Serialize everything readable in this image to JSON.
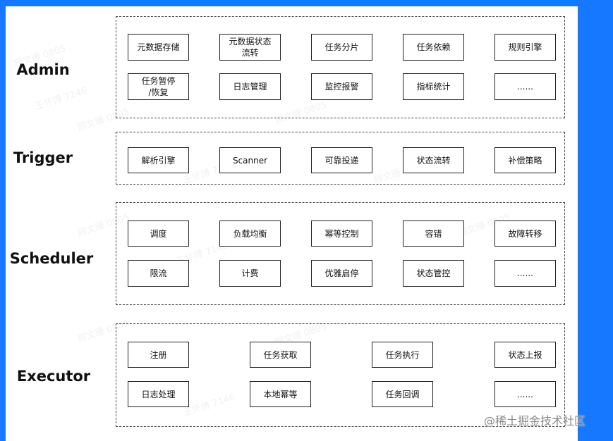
{
  "layers": [
    {
      "label": "Admin",
      "rows": [
        [
          "元数据存储",
          "元数据状态\n流转",
          "任务分片",
          "任务依赖",
          "规则引擎"
        ],
        [
          "任务暂停\n/恢复",
          "日志管理",
          "监控报警",
          "指标统计",
          "......"
        ]
      ]
    },
    {
      "label": "Trigger",
      "rows": [
        [
          "解析引擎",
          "Scanner",
          "可靠投递",
          "状态流转",
          "补偿策略"
        ]
      ]
    },
    {
      "label": "Scheduler",
      "rows": [
        [
          "调度",
          "负载均衡",
          "幂等控制",
          "容错",
          "故障转移"
        ],
        [
          "限流",
          "计费",
          "优雅启停",
          "状态管控",
          "......"
        ]
      ]
    },
    {
      "label": "Executor",
      "rows": [
        [
          "注册",
          "任务获取",
          "任务执行",
          "状态上报"
        ],
        [
          "日志处理",
          "本地幂等",
          "任务回调",
          "......"
        ]
      ]
    }
  ],
  "footer": "@稀土掘金技术社区",
  "watermarks": [
    "顾文珊 0805",
    "王怀博 7146"
  ]
}
